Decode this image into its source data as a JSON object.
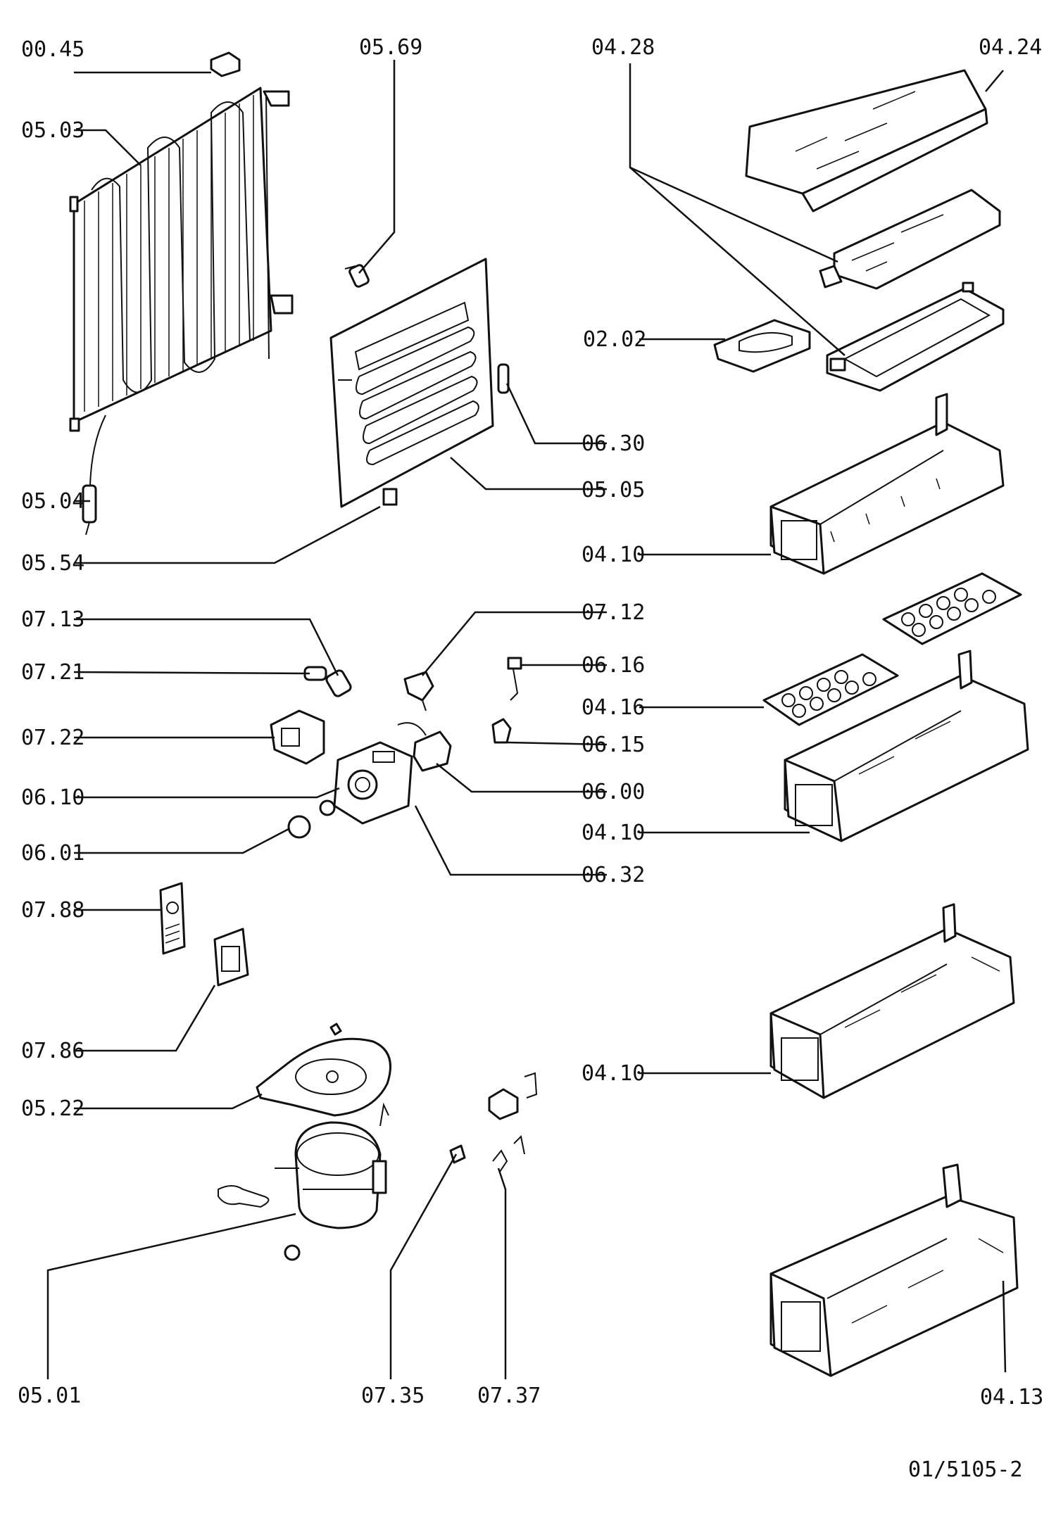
{
  "labels": {
    "l0045": "00.45",
    "l0569": "05.69",
    "l0428": "04.28",
    "l0424": "04.24",
    "l0503": "05.03",
    "l0202": "02.02",
    "l0630": "06.30",
    "l0505": "05.05",
    "l0504": "05.04",
    "l0410a": "04.10",
    "l0554": "05.54",
    "l0713": "07.13",
    "l0712": "07.12",
    "l0721": "07.21",
    "l0616": "06.16",
    "l0416": "04.16",
    "l0722": "07.22",
    "l0615": "06.15",
    "l0610": "06.10",
    "l0600": "06.00",
    "l0410b": "04.10",
    "l0601": "06.01",
    "l0632": "06.32",
    "l0788": "07.88",
    "l0786": "07.86",
    "l0410c": "04.10",
    "l0522": "05.22",
    "l0501": "05.01",
    "l0735": "07.35",
    "l0737": "07.37",
    "l0413": "04.13"
  },
  "drawing_ref": "01/5105-2"
}
